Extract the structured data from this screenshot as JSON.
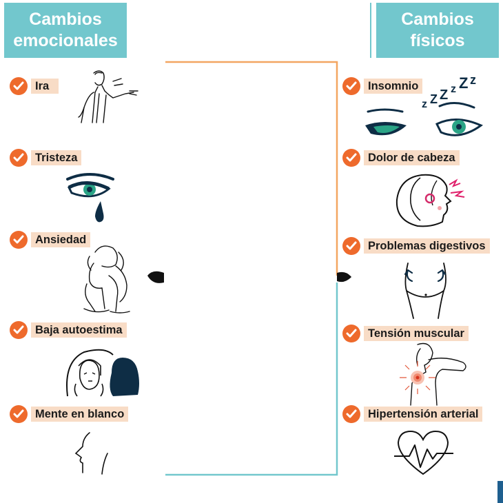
{
  "left_column": {
    "header_line1": "Cambios",
    "header_line2": "emocionales",
    "items": [
      {
        "label": "Ira",
        "icon": "angry-man-icon"
      },
      {
        "label": "Tristeza",
        "icon": "crying-eye-icon"
      },
      {
        "label": "Ansiedad",
        "icon": "anxious-person-icon"
      },
      {
        "label": "Baja autoestima",
        "icon": "mirror-reflection-icon"
      },
      {
        "label": "Mente en blanco",
        "icon": "blank-mind-profile-icon"
      }
    ]
  },
  "right_column": {
    "header_line1": "Cambios",
    "header_line2": "físicos",
    "items": [
      {
        "label": "Insomnio",
        "icon": "sleepless-eyes-icon"
      },
      {
        "label": "Dolor de cabeza",
        "icon": "headache-icon"
      },
      {
        "label": "Problemas digestivos",
        "icon": "stomach-icon"
      },
      {
        "label": "Tensión muscular",
        "icon": "neck-pain-icon"
      },
      {
        "label": "Hipertensión arterial",
        "icon": "heart-pulse-icon"
      }
    ]
  },
  "colors": {
    "header_bg": "#72c7cd",
    "check": "#ee6a2c",
    "label_bg": "#f8dcc6",
    "orange_line": "#f3a661",
    "teal_line": "#72c7cd",
    "ink": "#0e2d45",
    "eye": "#2aa486"
  }
}
